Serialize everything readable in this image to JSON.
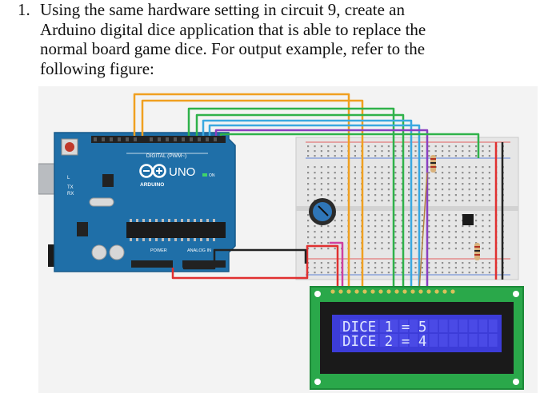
{
  "question": {
    "number": "1.",
    "text": "Using the same hardware setting in circuit 9, create an\nArduino digital dice application that is able to replace the\nnormal board game dice. For output example, refer to the\nfollowing figure:"
  },
  "arduino": {
    "digital_label": "DIGITAL (PWM~)",
    "model": "UNO",
    "brand": "ARDUINO",
    "power_label": "POWER",
    "analog_label": "ANALOG IN",
    "on_label": "ON",
    "tx_label": "TX",
    "rx_label": "RX",
    "l_label": "L"
  },
  "lcd": {
    "line1": "DICE 1 = 5",
    "line2": "DICE 2 = 4"
  },
  "colors": {
    "board_blue": "#1f6fa8",
    "lcd_green": "#2aa84a",
    "lcd_screen": "#3c3cd8",
    "lcd_text": "#dfe6ff",
    "wire_orange": "#f0a020",
    "wire_green": "#2fb24a",
    "wire_blue": "#3aa8e0",
    "wire_purple": "#8a3fc0",
    "wire_red": "#e03030",
    "wire_black": "#222222",
    "wire_magenta": "#d040a0"
  }
}
